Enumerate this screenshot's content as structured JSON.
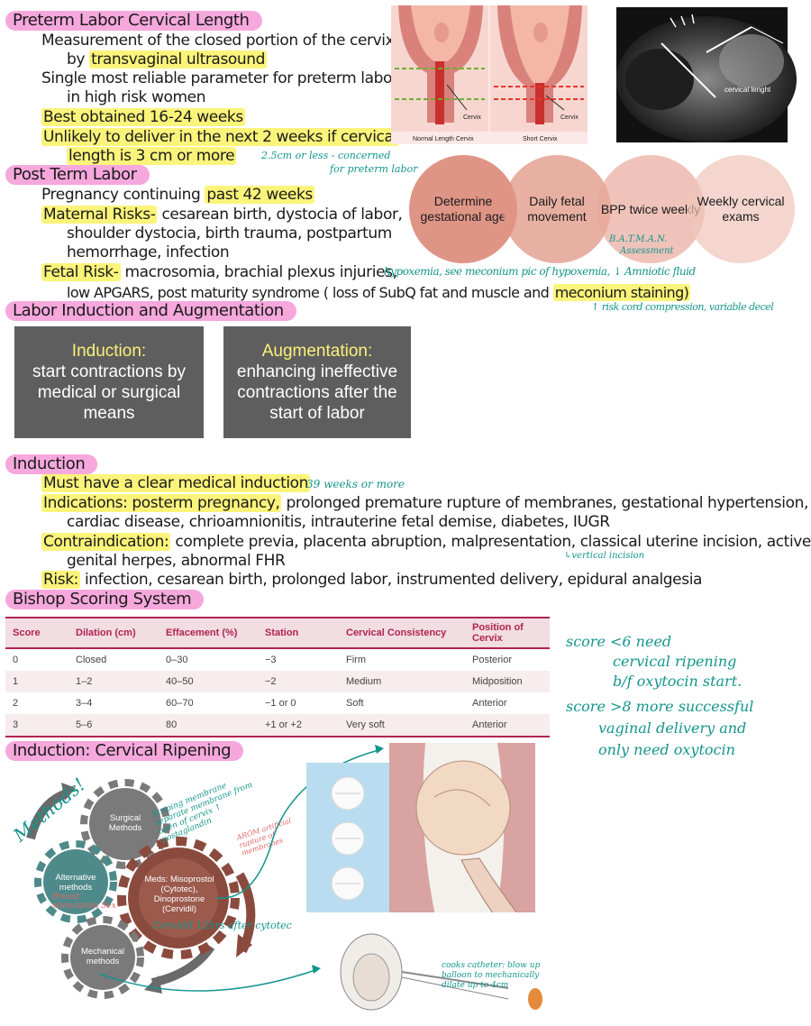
{
  "section1": {
    "heading": "Preterm Labor Cervical Length",
    "line1": "Measurement of the closed portion of the cervix",
    "line2_pre": "by ",
    "line2_hl": "transvaginal ultrasound",
    "line3": "Single most reliable parameter for preterm labor",
    "line4": "in high risk women",
    "line5_hl": "Best obtained 16-24 weeks",
    "line6_hl": "Unlikely to deliver in the next 2 weeks if cervical",
    "line7_hl": "length is 3 cm or more",
    "annotation1": "2.5cm or less - concerned",
    "annotation2": "for preterm labor"
  },
  "figure_diagram": {
    "label_cervix_1": "Cervix",
    "label_cervix_2": "Cervix",
    "caption_left": "Normal Length Cervix",
    "caption_right": "Short Cervix"
  },
  "figure_ultrasound": {
    "label": "cervical lenght"
  },
  "section2": {
    "heading": "Post Term Labor",
    "line1_pre": "Pregnancy continuing ",
    "line1_hl": "past 42 weeks",
    "line2_hl": "Maternal Risks-",
    "line2_rest": " cesarean birth, dystocia of labor,",
    "line3": "shoulder dystocia, birth trauma, postpartum",
    "line4": "hemorrhage, infection",
    "line5_hl": "Fetal Risk-",
    "line5_rest": " macrosomia, brachial plexus injuries,",
    "line5_note": "hypoxemia, see meconium pic of hypoxemia, ↓ Amniotic fluid",
    "line6_pre": "low APGARS, post maturity syndrome ( loss of SubQ fat and muscle and ",
    "line6_hl": "meconium staining)",
    "line6_note": "↑ risk cord compression, variable decel"
  },
  "circles": [
    {
      "label": "Determine gestational age"
    },
    {
      "label": "Daily fetal movement"
    },
    {
      "label": "BPP twice weekly"
    },
    {
      "label": "Weekly cervical exams"
    }
  ],
  "batman_note1": "B.A.T.M.A.N.",
  "batman_note2": "Assessment",
  "section3": {
    "heading": "Labor Induction and Augmentation",
    "induction_title": "Induction:",
    "induction_text": "start contractions by medical or surgical means",
    "augmentation_title": "Augmentation:",
    "augmentation_text": "enhancing ineffective contractions after the start of labor"
  },
  "section4": {
    "heading": "Induction",
    "line1_hl": "Must have a clear medical induction",
    "line1_note": "39 weeks or more",
    "line2_hl": "Indications: posterm pregnancy,",
    "line2_rest": " prolonged premature rupture of membranes, gestational hypertension,",
    "line3": "cardiac disease, chrioamnionitis, intrauterine fetal demise, diabetes, IUGR",
    "line4_hl": "Contraindication:",
    "line4_rest": " complete previa, placenta abruption, malpresentation, classical uterine incision, active",
    "line5": "genital herpes, abnormal FHR",
    "line5_note": "↳vertical incision",
    "line6_hl": "Risk:",
    "line6_rest": " infection, cesarean birth, prolonged labor, instrumented delivery, epidural analgesia"
  },
  "section5": {
    "heading": "Bishop Scoring System",
    "columns": [
      "Score",
      "Dilation (cm)",
      "Effacement (%)",
      "Station",
      "Cervical Consistency",
      "Position of Cervix"
    ],
    "rows": [
      [
        "0",
        "Closed",
        "0–30",
        "−3",
        "Firm",
        "Posterior"
      ],
      [
        "1",
        "1–2",
        "40–50",
        "−2",
        "Medium",
        "Midposition"
      ],
      [
        "2",
        "3–4",
        "60–70",
        "−1 or 0",
        "Soft",
        "Anterior"
      ],
      [
        "3",
        "5–6",
        "80",
        "+1 or +2",
        "Very soft",
        "Anterior"
      ]
    ],
    "note1": "score <6 need",
    "note2": "cervical ripening",
    "note3": "b/f oxytocin start.",
    "note4": "score >8 more successful",
    "note5": "vaginal delivery and",
    "note6": "only need oxytocin"
  },
  "section6": {
    "heading": "Induction: Cervical Ripening",
    "methods_note": "Methods!",
    "gear_surgical": "Surgical Methods",
    "gear_alternative": "Alternative methods",
    "gear_meds": "Meds: Misoprostol (Cytotec), Dinoprostone (Cervidil)",
    "gear_mechanical": "Mechanical methods",
    "note_striping": "Striping membrane separate membrane from open of cervix ↑ postaglandin",
    "note_arom": "AROM artificial rupture of membranes",
    "note_breast": "Breast stimulation Sex",
    "note_cytotec": "Cervidil 12hrs after cytotec",
    "note_cooks": "cooks catheter: blow up balloon to mechanically dilate up to 4cm"
  },
  "colors": {
    "heading_pink": "#f6a8dd",
    "highlight_yellow": "#fbf47a",
    "note_teal": "#14958c",
    "table_accent": "#b12352"
  }
}
